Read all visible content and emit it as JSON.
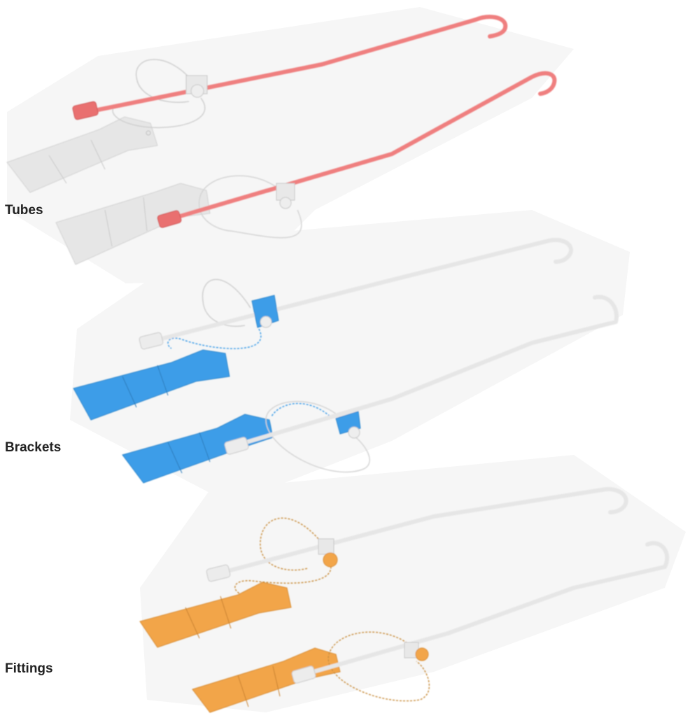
{
  "labels": {
    "tubes": "Tubes",
    "brackets": "Brackets",
    "fittings": "Fittings"
  },
  "colors": {
    "tubes_highlight": "#ef7f7f",
    "brackets_highlight": "#3d9de8",
    "fittings_highlight": "#f2a54a",
    "neutral_part": "#e4e4e4",
    "neutral_outline": "#c9c9c9",
    "panel_shadow": "#f6f6f6"
  },
  "groups": [
    {
      "id": "tubes",
      "highlight": "tube"
    },
    {
      "id": "brackets",
      "highlight": "bracket"
    },
    {
      "id": "fittings",
      "highlight": "fitting"
    }
  ]
}
